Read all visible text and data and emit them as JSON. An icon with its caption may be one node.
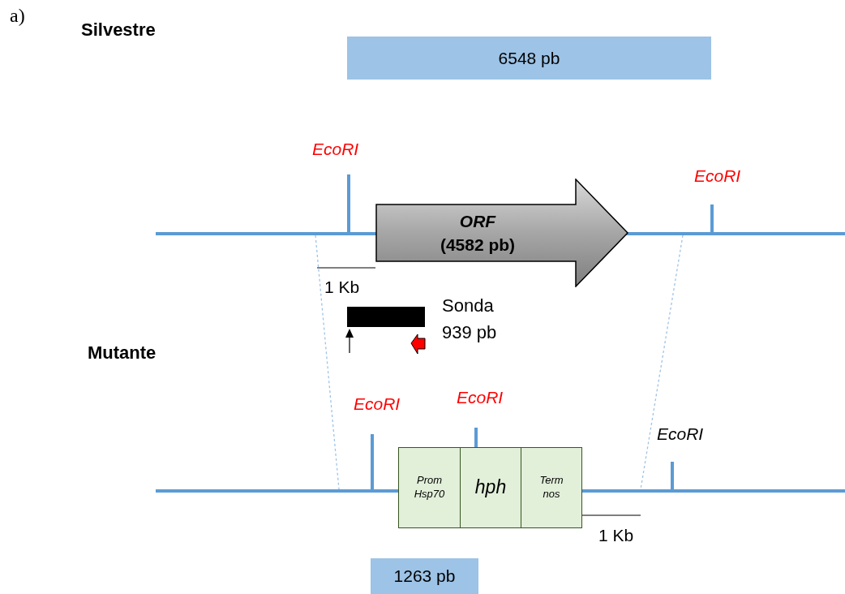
{
  "diagram": {
    "nodes": [
      {
        "text": [
          "6548 pb"
        ]
      },
      {
        "text": [
          "ORF",
          "(4582 pb)"
        ]
      },
      {
        "text": [],
        "shape": "bar",
        "beside": [
          "Sonda 939 pb"
        ]
      },
      {
        "text": [
          "Prom Hsp70"
        ]
      },
      {
        "text": [
          "hph"
        ]
      },
      {
        "text": [
          "Term nos"
        ]
      },
      {
        "text": [
          "1263 pb"
        ]
      }
    ],
    "labels": [
      "a)",
      "Silvestre",
      "EcoRI",
      "EcoRI",
      "1 Kb",
      "Mutante",
      "EcoRI",
      "EcoRI",
      "EcoRI",
      "1 Kb"
    ]
  }
}
